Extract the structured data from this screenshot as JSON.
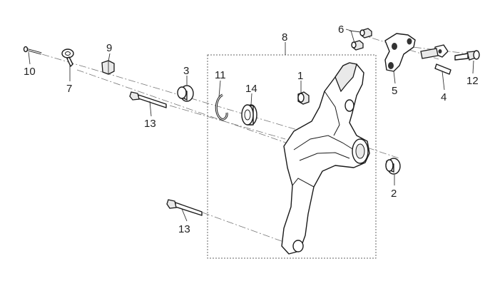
{
  "diagram": {
    "callouts": [
      {
        "id": "c10",
        "label": "10"
      },
      {
        "id": "c7",
        "label": "7"
      },
      {
        "id": "c9",
        "label": "9"
      },
      {
        "id": "c3",
        "label": "3"
      },
      {
        "id": "c13a",
        "label": "13"
      },
      {
        "id": "c11",
        "label": "11"
      },
      {
        "id": "c14",
        "label": "14"
      },
      {
        "id": "c8",
        "label": "8"
      },
      {
        "id": "c1",
        "label": "1"
      },
      {
        "id": "c6",
        "label": "6"
      },
      {
        "id": "c5",
        "label": "5"
      },
      {
        "id": "c4",
        "label": "4"
      },
      {
        "id": "c12",
        "label": "12"
      },
      {
        "id": "c2",
        "label": "2"
      },
      {
        "id": "c13b",
        "label": "13"
      }
    ]
  }
}
